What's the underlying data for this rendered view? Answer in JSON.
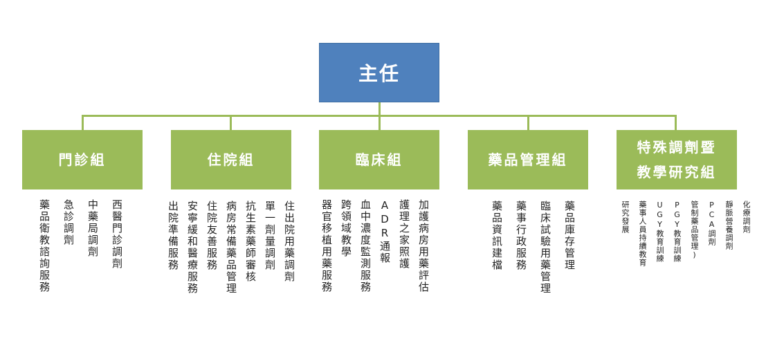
{
  "root": {
    "label": "主任"
  },
  "groups": [
    {
      "label": "門診組",
      "duties": [
        "西醫門診調劑",
        "中藥局調劑",
        "急診調劑",
        "藥品衛教諮詢服務"
      ]
    },
    {
      "label": "住院組",
      "duties": [
        "住出院用藥調劑",
        "單一劑量調劑",
        "抗生素藥師審核",
        "病房常備藥品管理",
        "住院友善服務",
        "安寧緩和醫療服務",
        "出院準備服務"
      ]
    },
    {
      "label": "臨床組",
      "duties": [
        "加護病房用藥評估",
        "護理之家照護",
        "ADR通報",
        "血中濃度監測服務",
        "跨領域教學",
        "器官移植用藥服務"
      ]
    },
    {
      "label": "藥品管理組",
      "duties": [
        "藥品庫存管理",
        "臨床試驗用藥管理",
        "藥事行政服務",
        "藥品資訊建檔"
      ]
    },
    {
      "label_lines": [
        "特殊調劑暨",
        "教學研究組"
      ],
      "duties": [
        "化療調劑",
        "靜脈營養調劑",
        "PCA調劑",
        "管制藥品管理)",
        "PGY教育訓練",
        "UGY教育訓練",
        "藥事人員持續教育",
        "研究發展"
      ]
    }
  ],
  "colors": {
    "root_fill": "#4f81bd",
    "group_fill": "#9bbb59",
    "connector": "#9bbb59"
  }
}
